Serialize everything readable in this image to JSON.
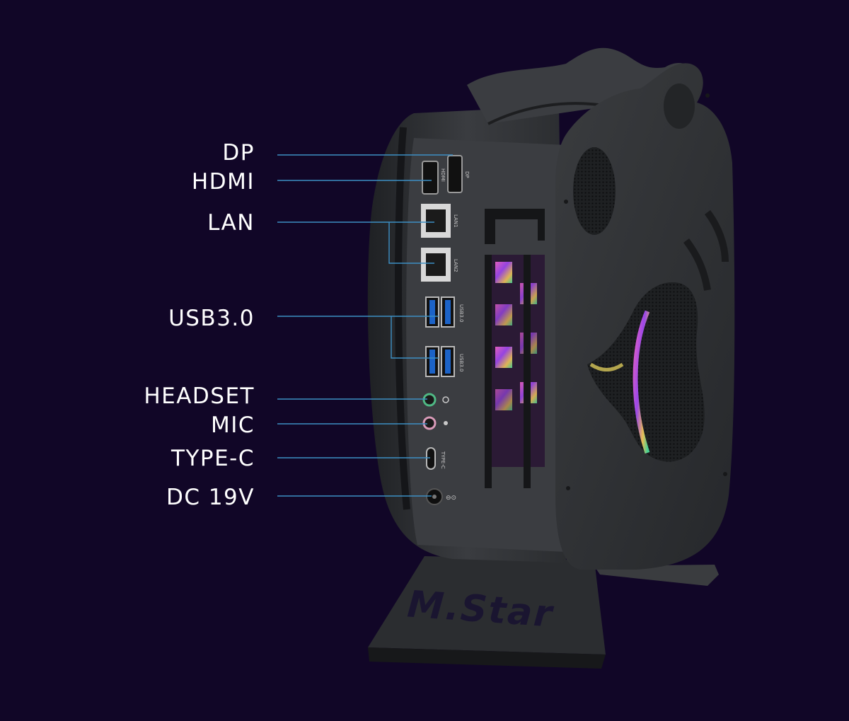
{
  "colors": {
    "background": "#110627",
    "case_body": "#343639",
    "case_side": "#2a2c2f",
    "port_panel": "#3f4145",
    "leader_line": "#3c8fc4",
    "usb_blue": "#1c63c8"
  },
  "port_labels": [
    {
      "id": "dp",
      "text": "DP"
    },
    {
      "id": "hdmi",
      "text": "HDMI"
    },
    {
      "id": "lan",
      "text": "LAN"
    },
    {
      "id": "usb",
      "text": "USB3.0"
    },
    {
      "id": "headset",
      "text": "HEADSET"
    },
    {
      "id": "mic",
      "text": "MIC"
    },
    {
      "id": "typec",
      "text": "TYPE-C"
    },
    {
      "id": "dc",
      "text": "DC 19V"
    }
  ],
  "panel_markings": {
    "hdmi": "HDMI",
    "dp": "DP",
    "lan1": "LAN1",
    "lan2": "LAN2",
    "usb_a": "USB3.0",
    "usb_b": "USB3.0",
    "typec": "TYPE-C"
  },
  "stand_logo": "M.Star"
}
